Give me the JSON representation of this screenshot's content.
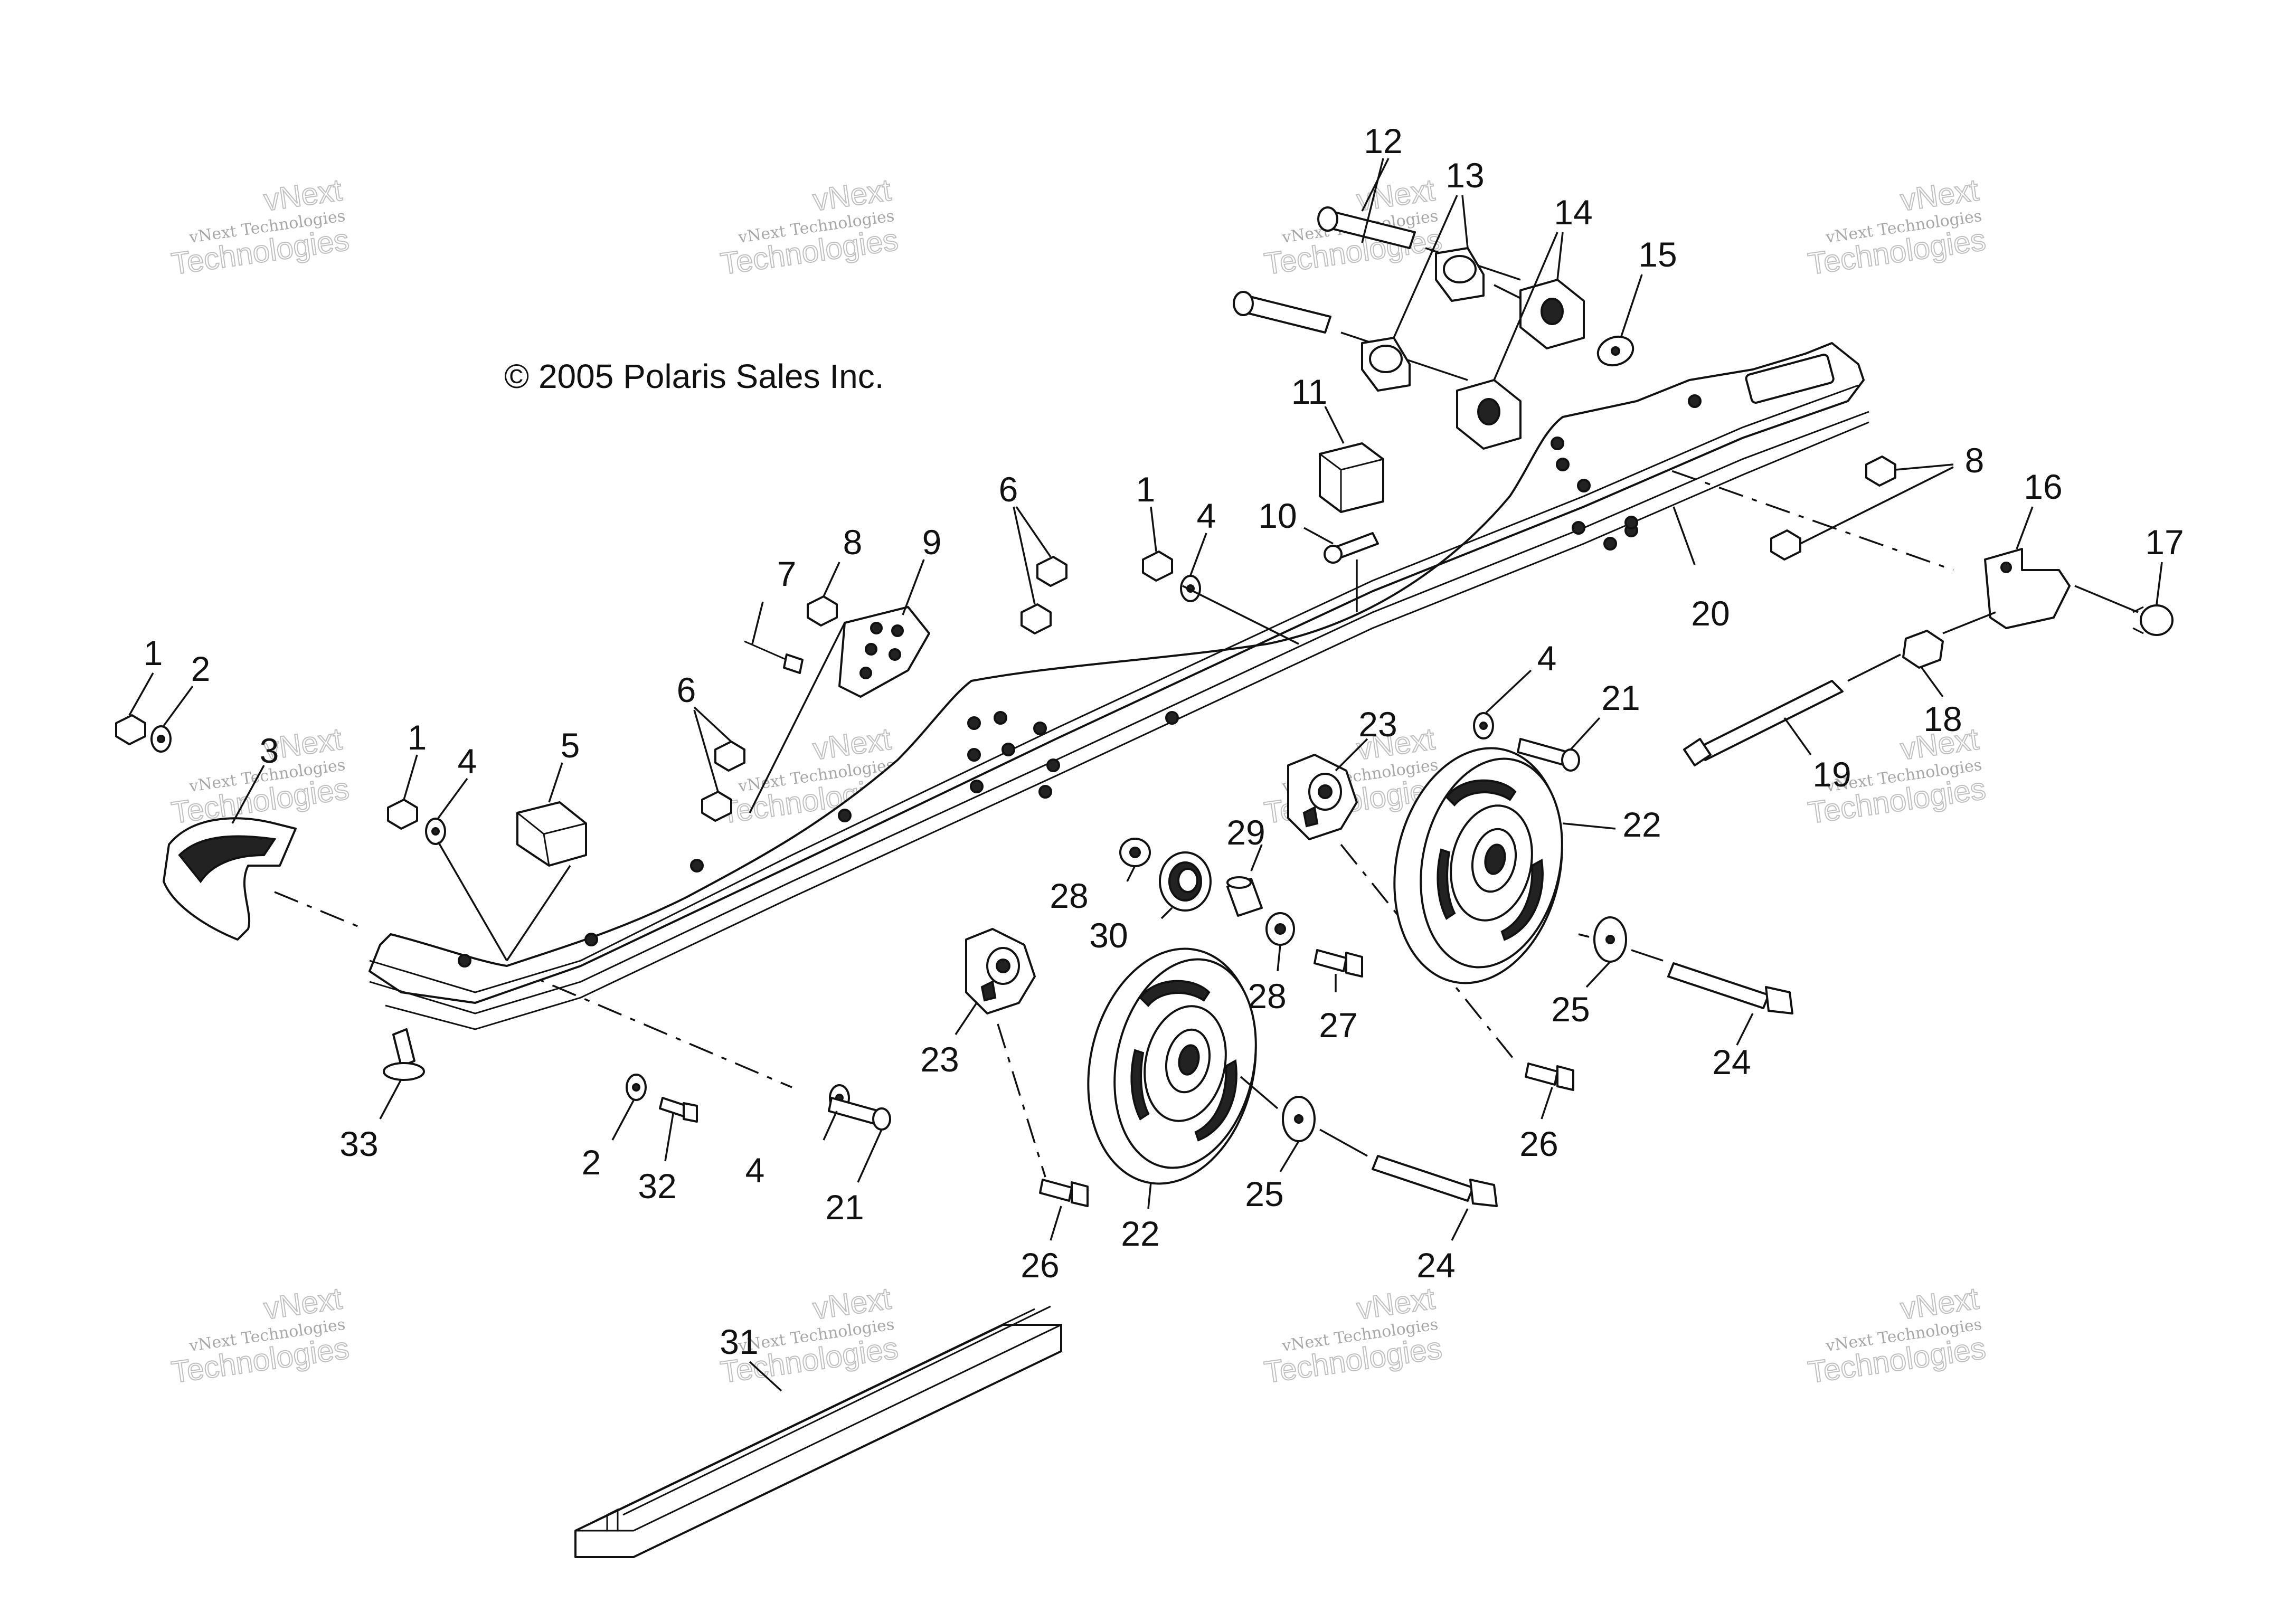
{
  "copyright": "© 2005 Polaris Sales Inc.",
  "watermark": {
    "small": "vNext Technologies",
    "big_line1": "vNext",
    "big_line2": "Technologies"
  },
  "callouts": {
    "c1a": "1",
    "c1b": "1",
    "c1c": "1",
    "c2a": "2",
    "c2b": "2",
    "c3": "3",
    "c4a": "4",
    "c4b": "4",
    "c4c": "4",
    "c4d": "4",
    "c5": "5",
    "c6a": "6",
    "c6b": "6",
    "c7": "7",
    "c8a": "8",
    "c8b": "8",
    "c9": "9",
    "c10": "10",
    "c11": "11",
    "c12": "12",
    "c13": "13",
    "c14": "14",
    "c15": "15",
    "c16": "16",
    "c17": "17",
    "c18": "18",
    "c19": "19",
    "c20": "20",
    "c21a": "21",
    "c21b": "21",
    "c22a": "22",
    "c22b": "22",
    "c23a": "23",
    "c23b": "23",
    "c24a": "24",
    "c24b": "24",
    "c25a": "25",
    "c25b": "25",
    "c26a": "26",
    "c26b": "26",
    "c27": "27",
    "c28a": "28",
    "c28b": "28",
    "c29": "29",
    "c30": "30",
    "c31": "31",
    "c32": "32",
    "c33": "33"
  }
}
